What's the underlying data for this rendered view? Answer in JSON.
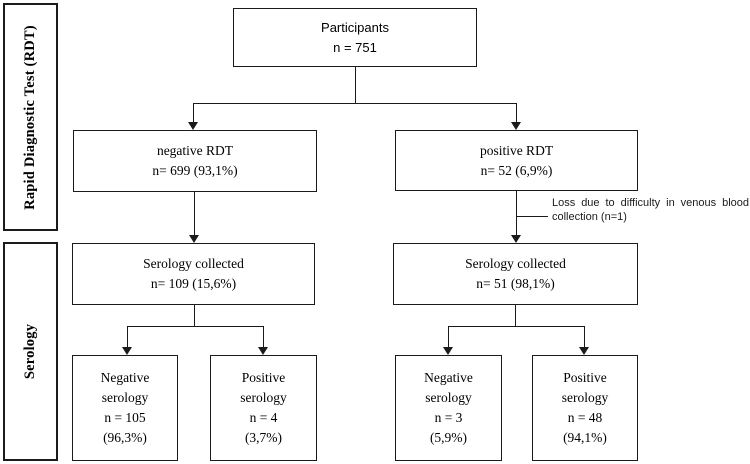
{
  "sidebar": {
    "rdt_label": "Rapid Diagnostic Test (RDT)",
    "serology_label": "Serology"
  },
  "nodes": {
    "participants": {
      "title": "Participants",
      "count": "n = 751"
    },
    "negative_rdt": {
      "title": "negative RDT",
      "count": "n= 699 (93,1%)"
    },
    "positive_rdt": {
      "title": "positive RDT",
      "count": "n= 52 (6,9%)"
    },
    "serology_collected_neg": {
      "title": "Serology collected",
      "count": "n= 109 (15,6%)"
    },
    "serology_collected_pos": {
      "title": "Serology collected",
      "count": "n= 51 (98,1%)"
    },
    "negative_serology_left": {
      "line1": "Negative",
      "line2": "serology",
      "line3": "n = 105",
      "line4": "(96,3%)"
    },
    "positive_serology_left": {
      "line1": "Positive",
      "line2": "serology",
      "line3": "n = 4",
      "line4": "(3,7%)"
    },
    "negative_serology_right": {
      "line1": "Negative",
      "line2": "serology",
      "line3": "n = 3",
      "line4": "(5,9%)"
    },
    "positive_serology_right": {
      "line1": "Positive",
      "line2": "serology",
      "line3": "n = 48",
      "line4": "(94,1%)"
    }
  },
  "annotations": {
    "loss_note": "Loss due to difficulty in venous blood collection (n=1)"
  },
  "colors": {
    "line": "#1b1b1b",
    "text": "#000000",
    "background": "#ffffff"
  }
}
